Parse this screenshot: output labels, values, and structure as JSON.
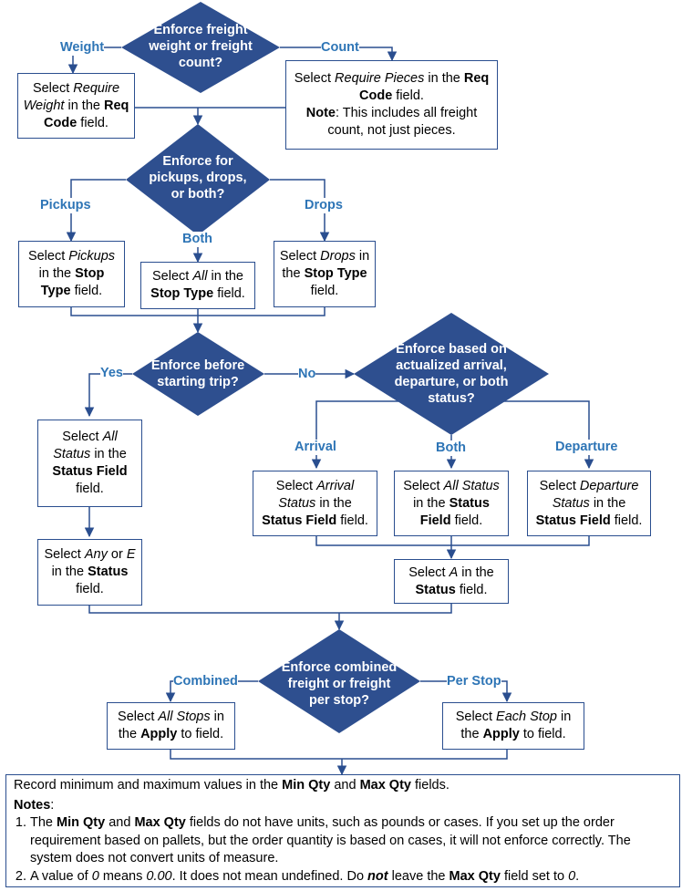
{
  "decisions": {
    "d1": "Enforce freight weight or freight count?",
    "d2": "Enforce for pickups, drops, or both?",
    "d3": "Enforce before starting trip?",
    "d4": "Enforce based on actualized arrival, departure, or both status?",
    "d5": "Enforce combined freight or freight per stop?"
  },
  "edge_labels": {
    "weight": "Weight",
    "count": "Count",
    "pickups": "Pickups",
    "both1": "Both",
    "drops": "Drops",
    "yes": "Yes",
    "no": "No",
    "arrival": "Arrival",
    "both2": "Both",
    "departure": "Departure",
    "combined": "Combined",
    "per_stop": "Per Stop"
  },
  "boxes": {
    "weight": [
      "Select ",
      "Require Weight",
      " in the ",
      "Req Code",
      " field."
    ],
    "count": [
      "Select ",
      "Require Pieces",
      " in the ",
      "Req Code",
      " field."
    ],
    "count_note": [
      "Note",
      ": This includes all freight count, not just pieces."
    ],
    "pickups": [
      "Select ",
      "Pickups",
      " in the ",
      "Stop Type",
      " field."
    ],
    "both_stop": [
      "Select ",
      "All",
      " in the ",
      "Stop Type",
      " field."
    ],
    "drops": [
      "Select ",
      "Drops",
      " in the ",
      "Stop Type",
      " field."
    ],
    "all_status": [
      "Select ",
      "All Status",
      " in the ",
      "Status Field",
      " field."
    ],
    "any_e": [
      "Select ",
      "Any",
      " or ",
      "E",
      " in the ",
      "Status",
      " field."
    ],
    "arrival": [
      "Select ",
      "Arrival Status",
      " in the ",
      "Status Field",
      " field."
    ],
    "all_status2": [
      "Select ",
      "All Status",
      " in the ",
      "Status Field",
      " field."
    ],
    "departure": [
      "Select ",
      "Departure Status",
      " in the ",
      "Status Field",
      " field."
    ],
    "a_status": [
      "Select ",
      "A",
      " in the ",
      "Status",
      " field."
    ],
    "all_stops": [
      "Select ",
      "All Stops",
      " in the ",
      "Apply",
      " to field."
    ],
    "each_stop": [
      "Select ",
      "Each Stop",
      " in the ",
      "Apply",
      " to field."
    ]
  },
  "notes": {
    "record": [
      "Record minimum and maximum values in the ",
      "Min Qty",
      " and ",
      "Max Qty",
      " fields."
    ],
    "heading": "Notes",
    "n1": [
      "The ",
      "Min Qty",
      " and ",
      "Max Qty",
      " fields do not have units, such as pounds or cases.  If you set up the order requirement based on pallets, but the order quantity is based on cases, it will not enforce correctly. The system does not convert units of measure."
    ],
    "n2": [
      "A value of ",
      "0",
      " means ",
      "0.00",
      ". It does not mean undefined. Do ",
      "not",
      " leave the ",
      "Max Qty",
      " field set to ",
      "0",
      "."
    ]
  },
  "colors": {
    "decision_fill": "#2e4f8f",
    "edge_label": "#2e75b6",
    "line": "#2a4e8f"
  }
}
